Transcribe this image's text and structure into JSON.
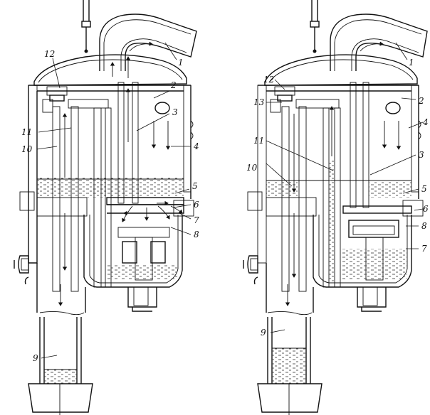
{
  "diagram": {
    "left_labels": [
      {
        "id": "1",
        "text": "1"
      },
      {
        "id": "2",
        "text": "2"
      },
      {
        "id": "3",
        "text": "3"
      },
      {
        "id": "4",
        "text": "4"
      },
      {
        "id": "5",
        "text": "5"
      },
      {
        "id": "6",
        "text": "6"
      },
      {
        "id": "7",
        "text": "7"
      },
      {
        "id": "8",
        "text": "8"
      },
      {
        "id": "9",
        "text": "9"
      },
      {
        "id": "10",
        "text": "10"
      },
      {
        "id": "11",
        "text": "11"
      },
      {
        "id": "12",
        "text": "12"
      }
    ],
    "right_labels": [
      {
        "id": "1",
        "text": "1"
      },
      {
        "id": "2",
        "text": "2"
      },
      {
        "id": "3",
        "text": "3"
      },
      {
        "id": "4",
        "text": "4"
      },
      {
        "id": "5",
        "text": "5"
      },
      {
        "id": "6",
        "text": "6"
      },
      {
        "id": "7",
        "text": "7"
      },
      {
        "id": "8",
        "text": "8"
      },
      {
        "id": "9",
        "text": "9"
      },
      {
        "id": "10",
        "text": "10"
      },
      {
        "id": "11",
        "text": "11"
      },
      {
        "id": "12",
        "text": "12"
      },
      {
        "id": "13",
        "text": "13"
      }
    ]
  }
}
